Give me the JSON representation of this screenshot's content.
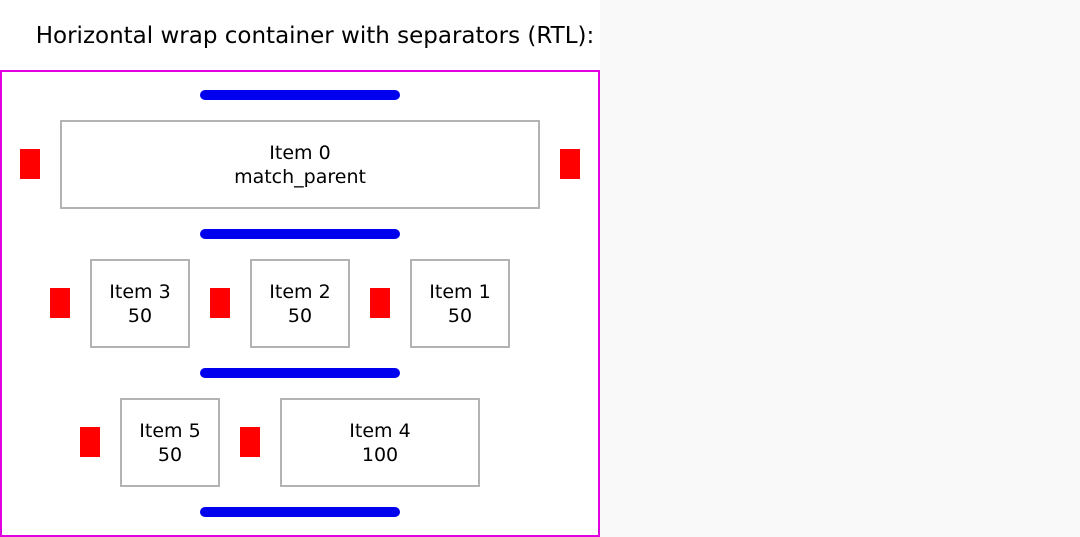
{
  "title": "Horizontal wrap container with separators (RTL):",
  "colors": {
    "container_border": "#e000e0",
    "item_border": "#b3b3b3",
    "line_separator": "#0000ee",
    "item_separator": "#ff0000",
    "right_background": "#f9f9f9"
  },
  "items": [
    {
      "name": "Item 0",
      "size": "match_parent"
    },
    {
      "name": "Item 1",
      "size": "50"
    },
    {
      "name": "Item 2",
      "size": "50"
    },
    {
      "name": "Item 3",
      "size": "50"
    },
    {
      "name": "Item 4",
      "size": "100"
    },
    {
      "name": "Item 5",
      "size": "50"
    }
  ]
}
